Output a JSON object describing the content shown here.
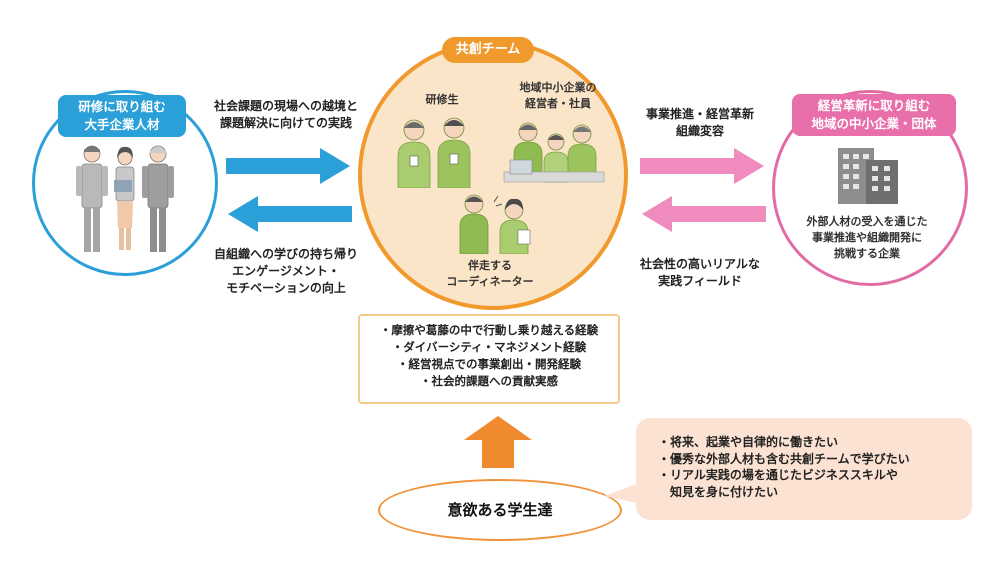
{
  "left": {
    "title_line1": "研修に取り組む",
    "title_line2": "大手企業人材"
  },
  "center": {
    "title": "共創チーム",
    "trainees_label": "研修生",
    "sme_label_line1": "地域中小企業の",
    "sme_label_line2": "経営者・社員",
    "coordinator_line1": "伴走する",
    "coordinator_line2": "コーディネーター"
  },
  "right": {
    "title_line1": "経営革新に取り組む",
    "title_line2": "地域の中小企業・団体",
    "desc_line1": "外部人材の受入を通じた",
    "desc_line2": "事業推進や組織開発に",
    "desc_line3": "挑戦する企業"
  },
  "arrows": {
    "top_left_line1": "社会課題の現場への越境と",
    "top_left_line2": "課題解決に向けての実践",
    "bottom_left_line1": "自組織への学びの持ち帰り",
    "bottom_left_line2": "エンゲージメント・",
    "bottom_left_line3": "モチベーションの向上",
    "top_right_line1": "事業推進・経営革新",
    "top_right_line2": "組織変容",
    "bottom_right_line1": "社会性の高いリアルな",
    "bottom_right_line2": "実践フィールド"
  },
  "experiences": [
    "・摩擦や葛藤の中で行動し乗り越える経験",
    "・ダイバーシティ・マネジメント経験",
    "・経営視点での事業創出・開発経験",
    "・社会的課題への貢献実感"
  ],
  "students": "意欲ある学生達",
  "wishes": [
    "・将来、起業や自律的に働きたい",
    "・優秀な外部人材も含む共創チームで学びたい",
    "・リアル実践の場を通じたビジネススキルや",
    "　知見を身に付けたい"
  ],
  "colors": {
    "blue": "#2a9fd8",
    "orange": "#f09a2e",
    "pink": "#e86fa9",
    "center_fill": "#fbe5c8",
    "wish_fill": "#fbe2d2"
  }
}
